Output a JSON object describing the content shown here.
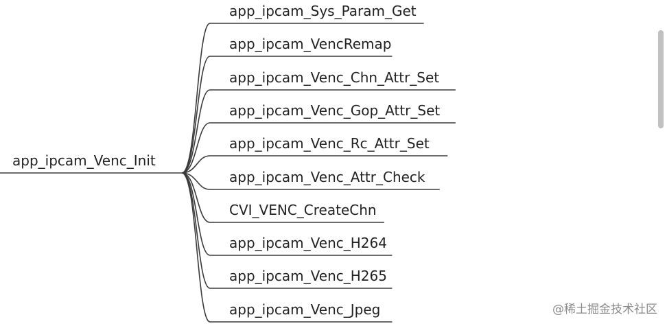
{
  "root": {
    "label": "app_ipcam_Venc_Init"
  },
  "children": [
    {
      "label": "app_ipcam_Sys_Param_Get"
    },
    {
      "label": "app_ipcam_VencRemap"
    },
    {
      "label": "app_ipcam_Venc_Chn_Attr_Set"
    },
    {
      "label": "app_ipcam_Venc_Gop_Attr_Set"
    },
    {
      "label": "app_ipcam_Venc_Rc_Attr_Set"
    },
    {
      "label": "app_ipcam_Venc_Attr_Check"
    },
    {
      "label": "CVI_VENC_CreateChn"
    },
    {
      "label": "app_ipcam_Venc_H264"
    },
    {
      "label": "app_ipcam_Venc_H265"
    },
    {
      "label": "app_ipcam_Venc_Jpeg"
    }
  ],
  "watermark": "@稀土掘金技术社区",
  "colors": {
    "line": "#3a3a3a",
    "text": "#222222",
    "scrollbar": "#c1c1c1"
  }
}
